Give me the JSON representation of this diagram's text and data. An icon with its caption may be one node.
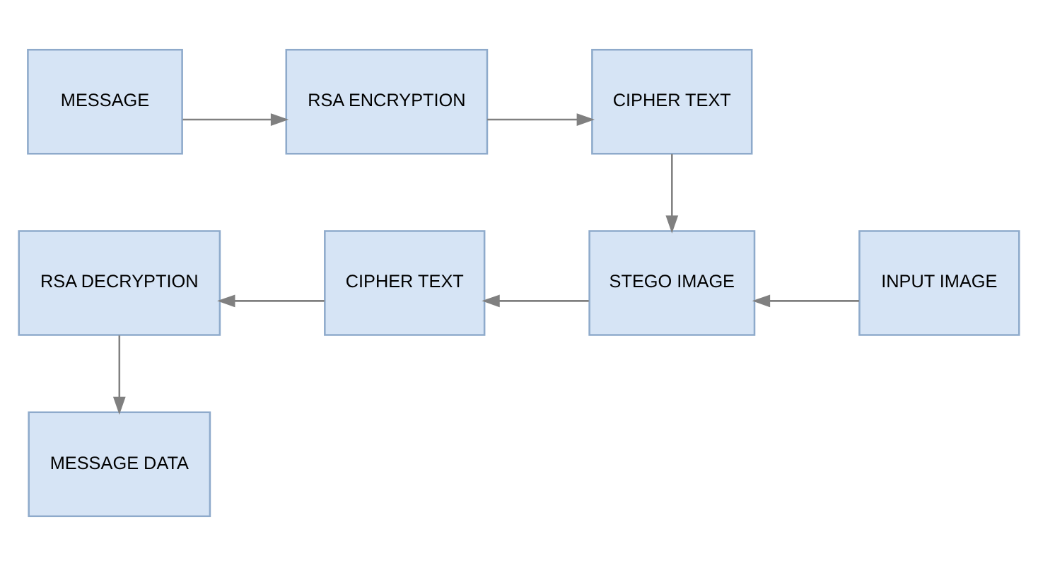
{
  "diagram": {
    "nodes": [
      {
        "text": [
          "MESSAGE"
        ]
      },
      {
        "text": [
          "RSA ENCRYPTION"
        ]
      },
      {
        "text": [
          "CIPHER TEXT"
        ]
      },
      {
        "text": [
          "RSA DECRYPTION"
        ]
      },
      {
        "text": [
          "CIPHER TEXT"
        ]
      },
      {
        "text": [
          "STEGO IMAGE"
        ]
      },
      {
        "text": [
          "INPUT IMAGE"
        ]
      },
      {
        "text": [
          "MESSAGE DATA"
        ]
      }
    ],
    "edges": [
      {
        "from": 0,
        "to": 1,
        "arrow": "to"
      },
      {
        "from": 1,
        "to": 2,
        "arrow": "to"
      },
      {
        "from": 2,
        "to": 5,
        "arrow": "to"
      },
      {
        "from": 6,
        "to": 5,
        "arrow": "to"
      },
      {
        "from": 5,
        "to": 4,
        "arrow": "to"
      },
      {
        "from": 4,
        "to": 3,
        "arrow": "to"
      },
      {
        "from": 3,
        "to": 7,
        "arrow": "to"
      }
    ]
  }
}
